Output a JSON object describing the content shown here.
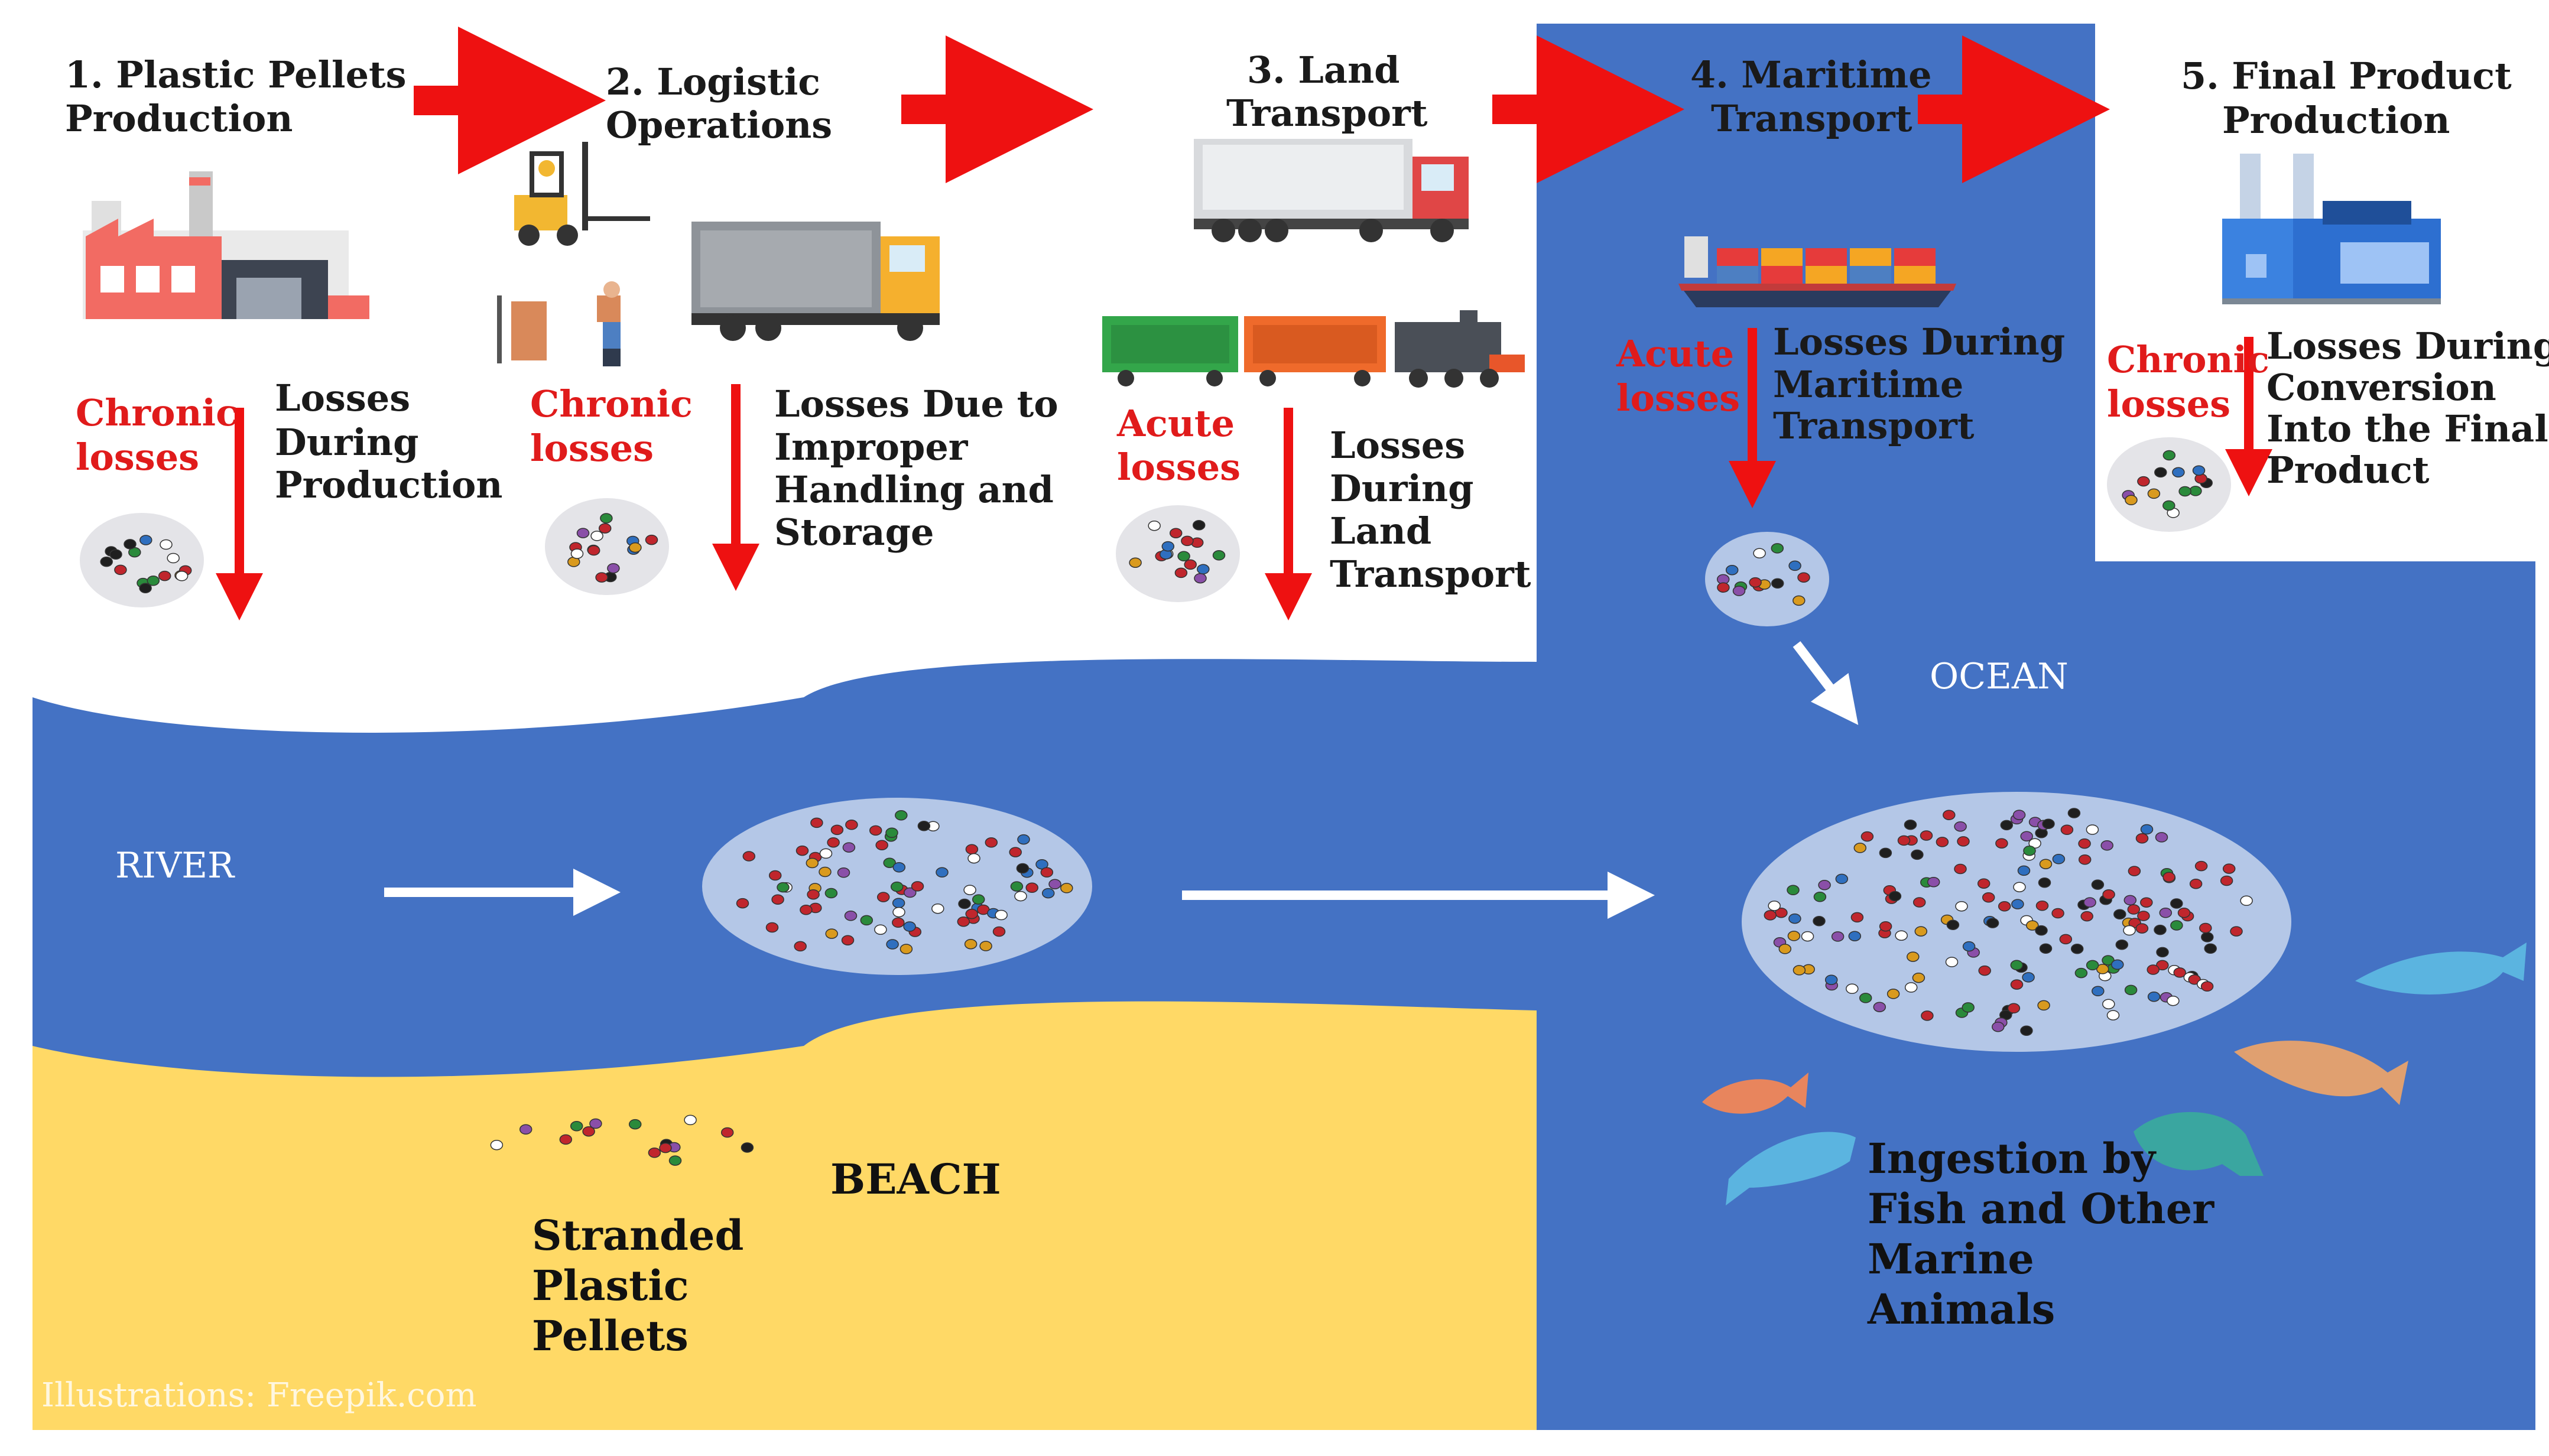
{
  "stages": {
    "s1": {
      "title": [
        "1. Plastic Pellets",
        "Production"
      ],
      "loss_type": [
        "Chronic",
        "losses"
      ],
      "loss_desc": [
        "Losses",
        "During",
        "Production"
      ]
    },
    "s2": {
      "title": [
        "2. Logistic",
        "Operations"
      ],
      "loss_type": [
        "Chronic",
        "losses"
      ],
      "loss_desc": [
        "Losses Due to",
        "Improper",
        "Handling and",
        "Storage"
      ]
    },
    "s3": {
      "title": [
        "3. Land",
        "Transport"
      ],
      "loss_type": [
        "Acute",
        "losses"
      ],
      "loss_desc": [
        "Losses",
        "During",
        "Land",
        "Transport"
      ]
    },
    "s4": {
      "title": [
        "4. Maritime",
        "Transport"
      ],
      "loss_type": [
        "Acute",
        "losses"
      ],
      "loss_desc": [
        "Losses During",
        "Maritime",
        "Transport"
      ]
    },
    "s5": {
      "title": [
        "5. Final Product",
        "Production"
      ],
      "loss_type": [
        "Chronic",
        "losses"
      ],
      "loss_desc": [
        "Losses During",
        "Conversion",
        "Into the Final",
        "Product"
      ]
    }
  },
  "regions": {
    "river": "RIVER",
    "ocean": "OCEAN",
    "beach": "BEACH"
  },
  "outcomes": {
    "stranded": [
      "Stranded",
      "Plastic",
      "Pellets"
    ],
    "ingestion": [
      "Ingestion by",
      "Fish and Other",
      "Marine",
      "Animals"
    ]
  },
  "credit": "Illustrations: Freepik.com",
  "colors": {
    "water": "#4472c4",
    "sand": "#ffd966",
    "arrow_red": "#ee1111",
    "pellet_pool": "#b4c7e7"
  }
}
